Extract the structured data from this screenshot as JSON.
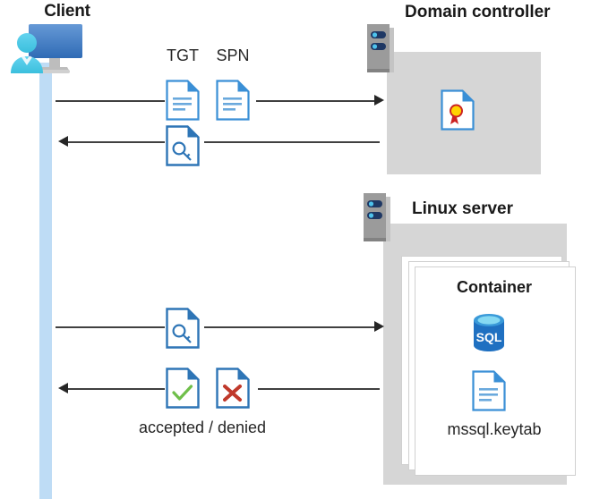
{
  "diagram": {
    "client": {
      "title": "Client",
      "icon": "client-workstation-icon"
    },
    "domain_controller": {
      "title": "Domain controller",
      "rack_icon": "server-rack-icon",
      "cert_icon": "certificate-document-icon"
    },
    "linux_server": {
      "title": "Linux server",
      "rack_icon": "server-rack-icon",
      "container": {
        "title": "Container",
        "sql_icon": "sql-database-icon",
        "keytab_icon": "document-icon",
        "keytab_label": "mssql.keytab"
      }
    },
    "messages": {
      "tgt_label": "TGT",
      "spn_label": "SPN",
      "tgt_icon": "text-document-icon",
      "spn_icon": "text-document-icon",
      "ticket_icon_1": "key-document-icon",
      "ticket_icon_2": "key-document-icon",
      "accepted_icon": "check-document-icon",
      "denied_icon": "cross-document-icon",
      "result_label": "accepted / denied"
    },
    "colors": {
      "lifeline": "#bedcf5",
      "panel": "#d6d6d6",
      "rack_body": "#9b9b9b",
      "rack_bar": "#1f3864",
      "rack_dot": "#4ec3ec",
      "doc_blue": "#2e75b6",
      "sql_blue": "#1f70c1",
      "sql_top": "#86d9f2",
      "check_green": "#6fbf4a",
      "cross_red": "#c0392b",
      "cert_yellow": "#ffd400",
      "cert_red": "#cc2222",
      "arrow": "#404040",
      "text": "#1a1a1a"
    }
  }
}
